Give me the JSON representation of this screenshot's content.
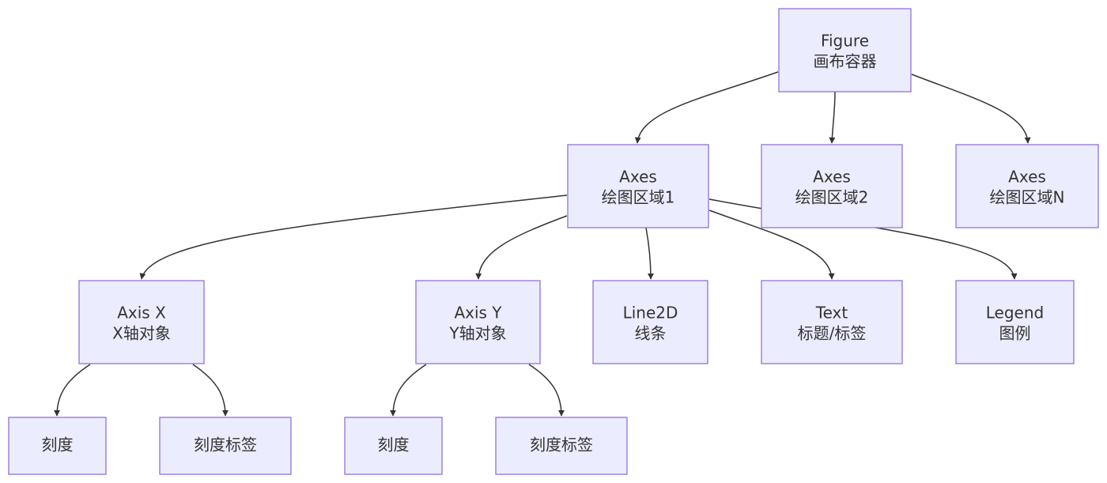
{
  "diagram": {
    "type": "tree",
    "nodes": {
      "figure": {
        "line1": "Figure",
        "line2": "画布容器"
      },
      "axes1": {
        "line1": "Axes",
        "line2": "绘图区域1"
      },
      "axes2": {
        "line1": "Axes",
        "line2": "绘图区域2"
      },
      "axesN": {
        "line1": "Axes",
        "line2": "绘图区域N"
      },
      "axisX": {
        "line1": "Axis X",
        "line2": "X轴对象"
      },
      "axisY": {
        "line1": "Axis Y",
        "line2": "Y轴对象"
      },
      "line2d": {
        "line1": "Line2D",
        "line2": "线条"
      },
      "text": {
        "line1": "Text",
        "line2": "标题/标签"
      },
      "legend": {
        "line1": "Legend",
        "line2": "图例"
      },
      "tickX": {
        "line1": "刻度"
      },
      "tickLabelX": {
        "line1": "刻度标签"
      },
      "tickY": {
        "line1": "刻度"
      },
      "tickLabelY": {
        "line1": "刻度标签"
      }
    },
    "edges": [
      [
        "figure",
        "axes1"
      ],
      [
        "figure",
        "axes2"
      ],
      [
        "figure",
        "axesN"
      ],
      [
        "axes1",
        "axisX"
      ],
      [
        "axes1",
        "axisY"
      ],
      [
        "axes1",
        "line2d"
      ],
      [
        "axes1",
        "text"
      ],
      [
        "axes1",
        "legend"
      ],
      [
        "axisX",
        "tickX"
      ],
      [
        "axisX",
        "tickLabelX"
      ],
      [
        "axisY",
        "tickY"
      ],
      [
        "axisY",
        "tickLabelY"
      ]
    ],
    "colors": {
      "node_fill": "#ECECFF",
      "node_border": "#9370DB",
      "edge": "#333333",
      "text": "#333333"
    }
  }
}
